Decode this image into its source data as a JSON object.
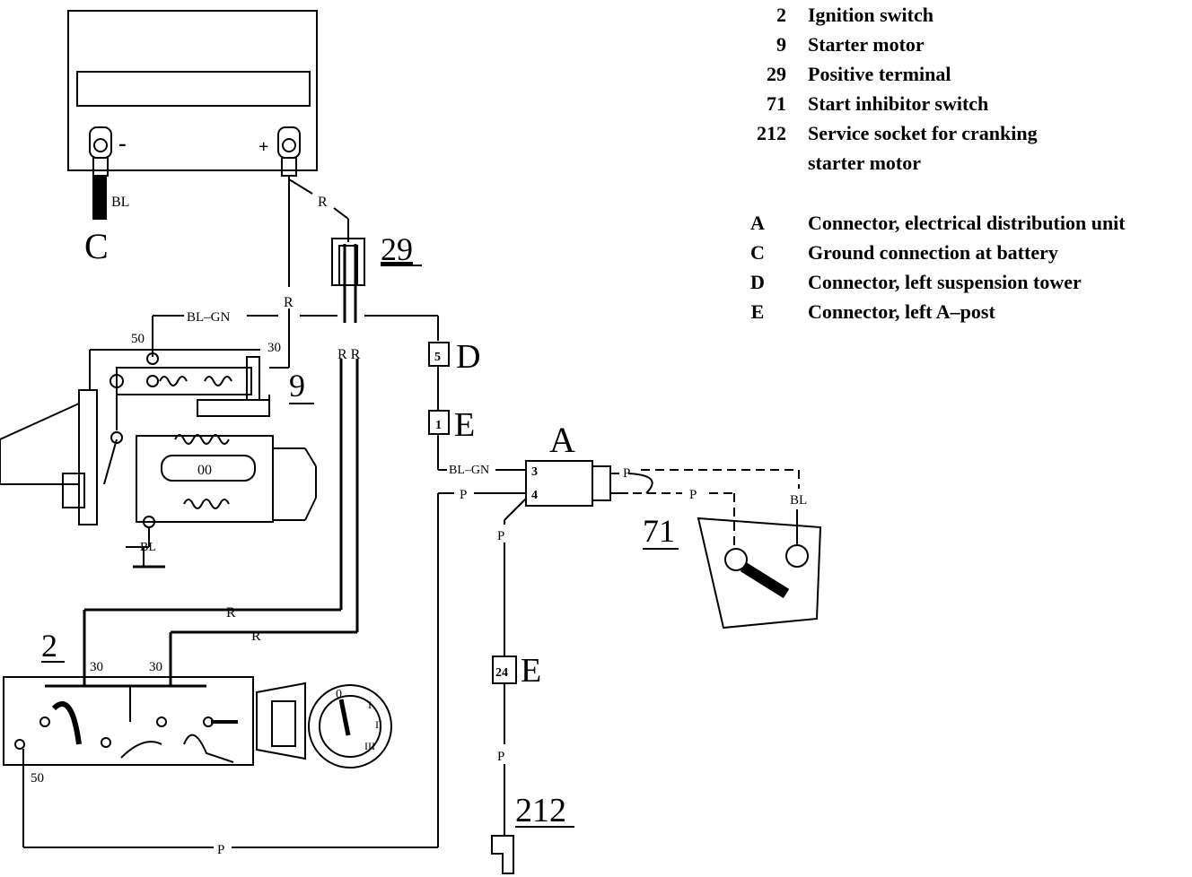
{
  "legend": {
    "numbered": [
      {
        "num": "2",
        "text": "Ignition switch"
      },
      {
        "num": "9",
        "text": "Starter motor"
      },
      {
        "num": "29",
        "text": "Positive terminal"
      },
      {
        "num": "71",
        "text": "Start inhibitor switch"
      },
      {
        "num": "212",
        "text": "Service socket for cranking"
      },
      {
        "num": "",
        "text": "starter motor"
      }
    ],
    "lettered": [
      {
        "letter": "A",
        "text": "Connector, electrical distribution unit"
      },
      {
        "letter": "C",
        "text": "Ground connection at battery"
      },
      {
        "letter": "D",
        "text": "Connector, left suspension tower"
      },
      {
        "letter": "E",
        "text": "Connector, left A–post"
      }
    ]
  },
  "components": {
    "battery_ground": "C",
    "positive_terminal": "29",
    "starter": "9",
    "ignition_switch": "2",
    "distribution_connector": "A",
    "inhibitor_switch": "71",
    "service_socket": "212",
    "susp_connector": "D",
    "apost_connector_1": "E",
    "apost_connector_2": "E"
  },
  "pins": {
    "D": "5",
    "E1": "1",
    "A3": "3",
    "A4": "4",
    "E2": "24"
  },
  "terminals": {
    "minus": "-",
    "plus": "+",
    "t50_starter": "50",
    "t30_starter": "30",
    "t30_ign_a": "30",
    "t30_ign_b": "30",
    "t50_ign": "50"
  },
  "wire_colors": {
    "bl_battery": "BL",
    "r_battery": "R",
    "r_main": "R",
    "bl_gn_top": "BL–GN",
    "r_pair": "R R",
    "bl_gn_a": "BL–GN",
    "p_a4": "P",
    "p_71a": "P",
    "p_71b": "P",
    "bl_71": "BL",
    "bl_starter": "BL",
    "r_ign_a": "R",
    "r_ign_b": "R",
    "p_down_1": "P",
    "p_down_2": "P",
    "p_bottom": "P"
  },
  "ignition_positions": {
    "pos0": "0",
    "pos1": "I",
    "pos2": "II",
    "pos3": "III"
  }
}
